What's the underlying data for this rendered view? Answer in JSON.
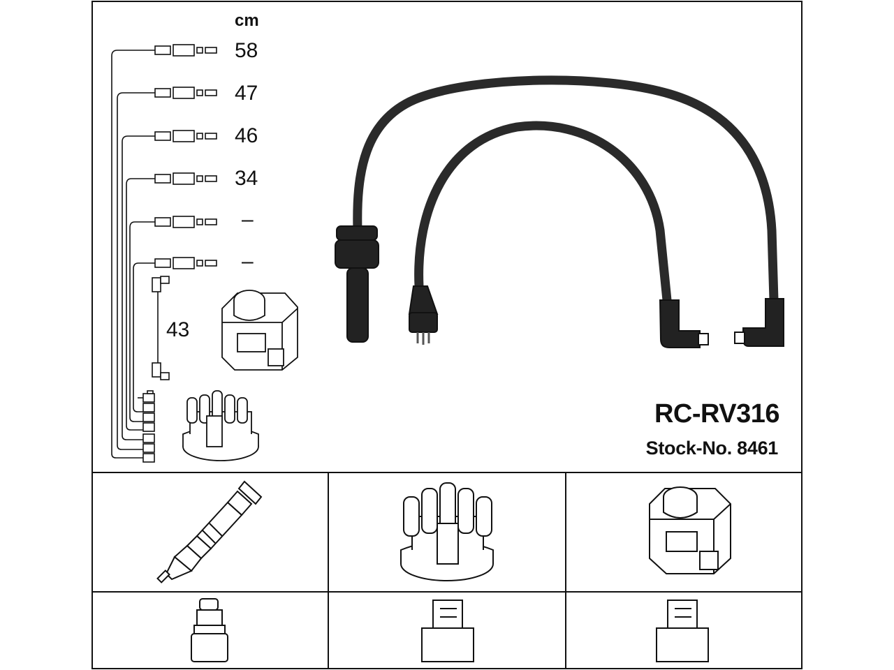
{
  "header": {
    "unit_label": "cm"
  },
  "cable_lengths": [
    {
      "value": "58"
    },
    {
      "value": "47"
    },
    {
      "value": "46"
    },
    {
      "value": "34"
    },
    {
      "value": "–"
    },
    {
      "value": "–"
    }
  ],
  "coil_lead_length": "43",
  "product": {
    "code": "RC-RV316",
    "stock_number": "Stock-No. 8461"
  },
  "components": {
    "top_row": [
      "spark-plug",
      "distributor-cap",
      "ignition-coil"
    ],
    "bottom_row": [
      "spark-plug-terminal",
      "distributor-cap-terminal",
      "coil-terminal"
    ]
  },
  "colors": {
    "line": "#111111",
    "cable": "#2a2a2a",
    "background": "#ffffff"
  }
}
